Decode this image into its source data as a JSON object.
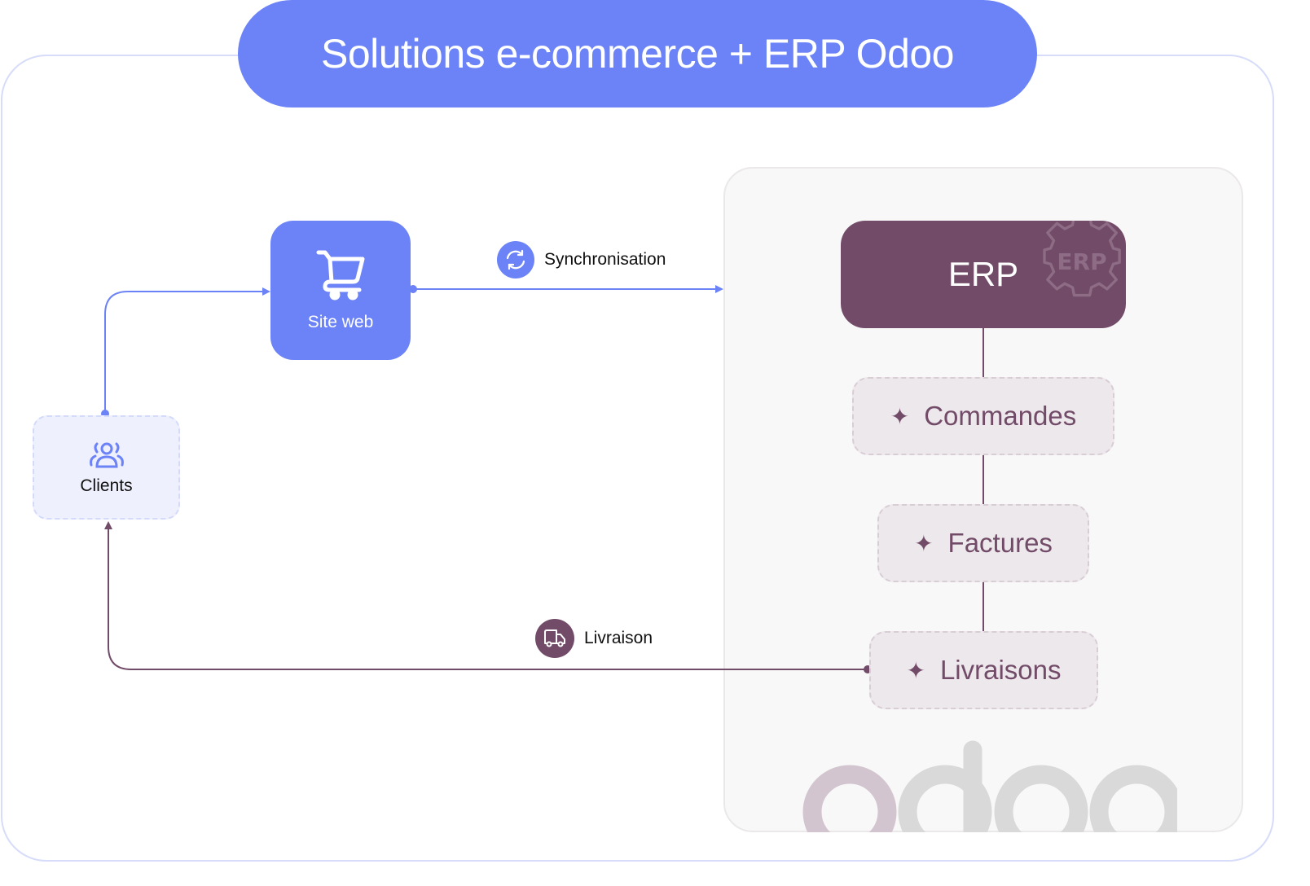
{
  "title": "Solutions e-commerce + ERP Odoo",
  "nodes": {
    "site_web": {
      "label": "Site web",
      "icon": "shopping-cart-icon"
    },
    "clients": {
      "label": "Clients",
      "icon": "users-group-icon"
    },
    "erp": {
      "label": "ERP",
      "icon": "erp-gear-icon"
    },
    "modules": [
      {
        "label": "Commandes",
        "icon": "sparkle-icon"
      },
      {
        "label": "Factures",
        "icon": "sparkle-icon"
      },
      {
        "label": "Livraisons",
        "icon": "sparkle-icon"
      }
    ]
  },
  "edges": {
    "sync": {
      "label": "Synchronisation",
      "icon": "sync-icon",
      "from": "Site web",
      "to": "ERP"
    },
    "delivery": {
      "label": "Livraison",
      "icon": "truck-icon",
      "from": "Livraisons",
      "to": "Clients"
    },
    "order": {
      "label": "",
      "from": "Clients",
      "to": "Site web"
    }
  },
  "logo": {
    "name": "odoo",
    "text": "odoo"
  },
  "colors": {
    "primary": "#6c83f7",
    "erp": "#714b67",
    "module_bg": "#ede8eb",
    "panel_bg": "#f8f8f8",
    "clients_bg": "#eef0fd"
  },
  "star_glyph": "✦"
}
